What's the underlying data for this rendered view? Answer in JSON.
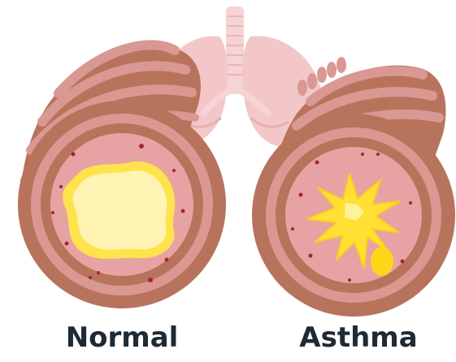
{
  "labels": {
    "normal": "Normal",
    "asthma": "Asthma"
  },
  "colors": {
    "background": "#ffffff",
    "lung": "#f3c7c8",
    "lung_shadow": "#e6b0b2",
    "trachea": "#f6d3d4",
    "airway_outer": "#b8735c",
    "airway_band": "#d99892",
    "airway_tissue": "#e7a3a3",
    "dots": "#a4262c",
    "mucus_normal_outline": "#ffe34d",
    "mucus_normal_fill": "#fff4b3",
    "mucus_asthma": "#ffe033",
    "text": "#1f2a33"
  },
  "icons": {
    "lungs": "lungs-icon",
    "normal_airway": "normal-airway-cross-section",
    "asthma_airway": "inflamed-airway-cross-section"
  }
}
